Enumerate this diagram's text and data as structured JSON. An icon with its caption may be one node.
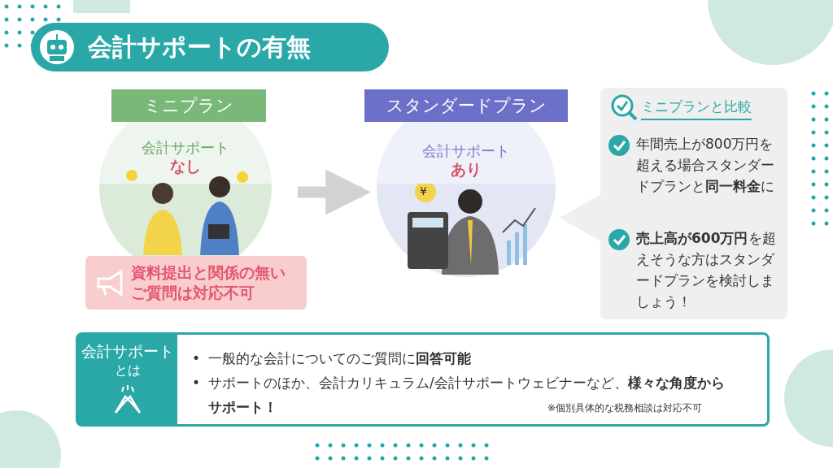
{
  "diagram": {
    "nodes": [
      {
        "text": [
          "会計サポートの有無"
        ]
      },
      {
        "text": [
          "ミニプラン"
        ]
      },
      {
        "text": [
          "会計サポート",
          "なし"
        ]
      },
      {
        "text": [
          "資料提出と関係の無いご質問は対応不可"
        ]
      },
      {
        "text": [
          "スタンダードプラン"
        ]
      },
      {
        "text": [
          "会計サポート",
          "あり"
        ]
      },
      {
        "text": [
          "ミニプランと比較",
          "年間売上が800万円を超える場合スタンダードプランと**同一料金**に",
          "**売上高が600万円**を超えそうな方はスタンダードプランを検討しましょう！"
        ]
      },
      {
        "text": [
          "一般的な会計についてのご質問に**回答可能**",
          "サポートのほか、会計カリキュラム/会計サポートウェビナーなど、**様々な角度からサポート！**",
          "※個別具体的な税務相談は対応不可"
        ]
      },
      {
        "text": [
          "会計サポート",
          "とは"
        ],
        "in": 7
      }
    ],
    "labels": [
      "¥",
      "•",
      "•"
    ],
    "edges": [
      {
        "from": 2,
        "to": 5,
        "arrow": "to"
      }
    ]
  }
}
